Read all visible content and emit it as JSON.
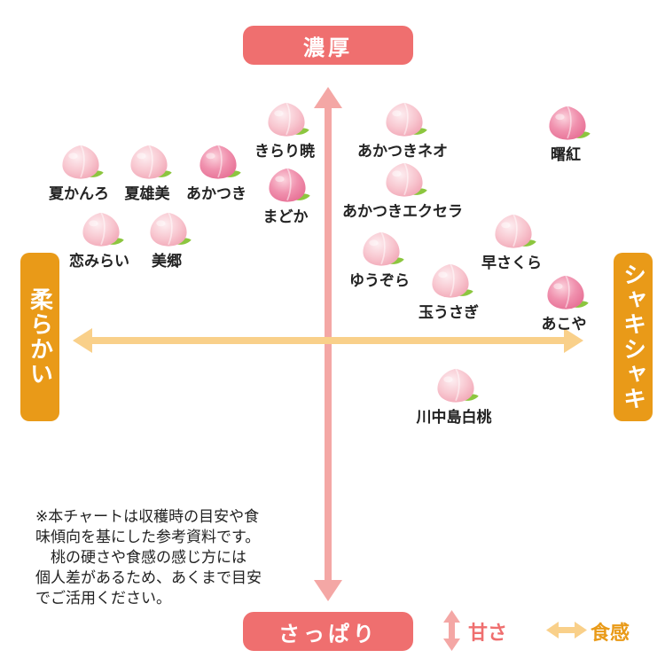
{
  "axes": {
    "top": "濃厚",
    "bottom": "さっぱり",
    "left": "柔らかい",
    "right": "シャキシャキ"
  },
  "peaches": [
    {
      "name": "きらり暁",
      "shade": "light"
    },
    {
      "name": "あかつきネオ",
      "shade": "light"
    },
    {
      "name": "曙紅",
      "shade": "deep"
    },
    {
      "name": "夏かんろ",
      "shade": "light"
    },
    {
      "name": "夏雄美",
      "shade": "light"
    },
    {
      "name": "あかつき",
      "shade": "deep"
    },
    {
      "name": "まどか",
      "shade": "deep"
    },
    {
      "name": "あかつきエクセラ",
      "shade": "light"
    },
    {
      "name": "恋みらい",
      "shade": "light"
    },
    {
      "name": "美郷",
      "shade": "light"
    },
    {
      "name": "早さくら",
      "shade": "light"
    },
    {
      "name": "ゆうぞら",
      "shade": "light"
    },
    {
      "name": "玉うさぎ",
      "shade": "light"
    },
    {
      "name": "あこや",
      "shade": "deep"
    },
    {
      "name": "川中島白桃",
      "shade": "light"
    }
  ],
  "note": {
    "lines": [
      "※本チャートは収穫時の目安や食",
      "味傾向を基にした参考資料です。",
      "　桃の硬さや食感の感じ方には",
      "個人差があるため、あくまで目安",
      "でご活用ください。"
    ]
  },
  "legend": {
    "sweetness": "甘さ",
    "texture": "食感"
  },
  "colors": {
    "pill_red": "#ef6f6f",
    "pill_orange": "#e99a18",
    "arrow_pink": "#f4a7a5",
    "arrow_orange": "#f9d08a",
    "peach_light": "#f8c7d0",
    "peach_deep": "#f091ae",
    "leaf": "#8cc63f"
  }
}
